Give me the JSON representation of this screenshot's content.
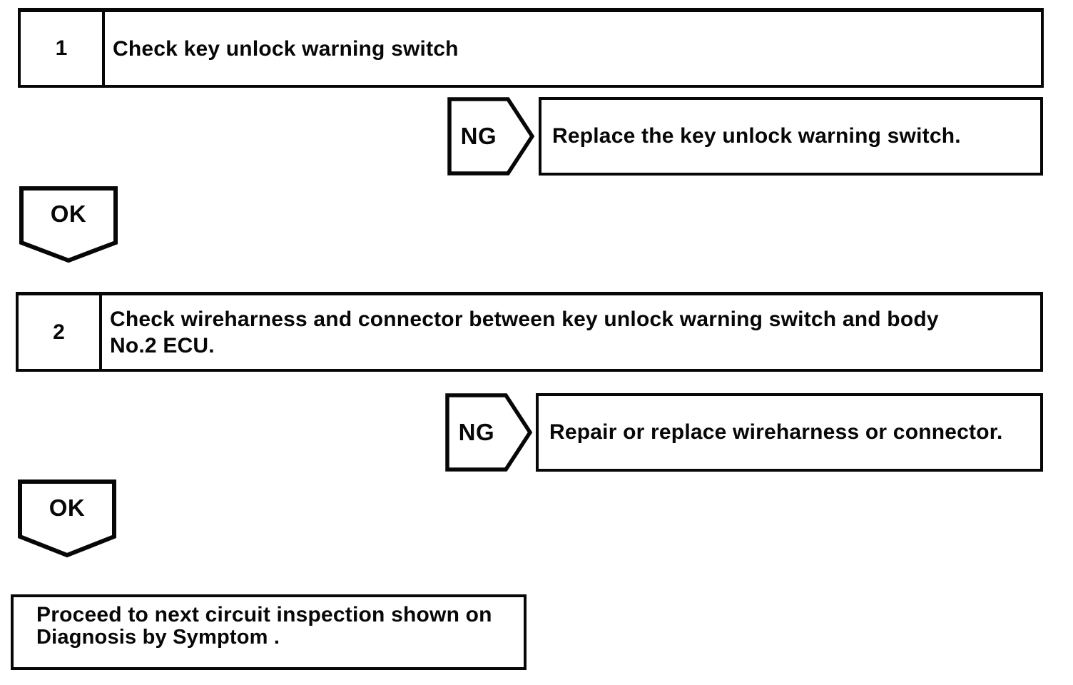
{
  "page": {
    "paper_color": "#ffffff",
    "ink_color": "#070707"
  },
  "flowchart": {
    "steps": [
      {
        "number": "1",
        "instruction_lines": [
          "Check key unlock warning switch"
        ],
        "ng": {
          "label": "NG",
          "action": "Replace the key unlock warning switch."
        },
        "ok": {
          "label": "OK"
        }
      },
      {
        "number": "2",
        "instruction_lines": [
          "Check wireharness and connector between key unlock warning switch and body",
          "No.2 ECU."
        ],
        "ng": {
          "label": "NG",
          "action": "Repair or replace wireharness or connector."
        },
        "ok": {
          "label": "OK"
        }
      }
    ],
    "final_box": {
      "lines": [
        "Proceed to next circuit inspection shown on",
        "Diagnosis by Symptom ."
      ]
    }
  }
}
